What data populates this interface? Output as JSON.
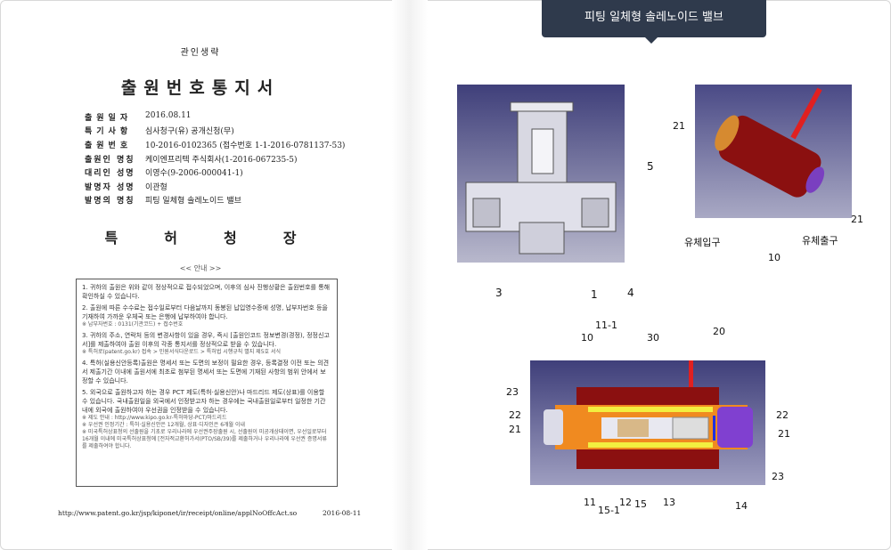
{
  "tooltip": "피팅 일체형 솔레노이드 밸브",
  "document": {
    "subtitle": "관인생략",
    "title": "출원번호통지서",
    "fields": [
      {
        "label": "출원일자",
        "value": "2016.08.11"
      },
      {
        "label": "특기사항",
        "value": "심사청구(유) 공개신청(무)"
      },
      {
        "label": "출원번호",
        "value": "10-2016-0102365 (접수번호 1-1-2016-0781137-53)"
      },
      {
        "label": "출원인 명칭",
        "value": "케이엔프리텍 주식회사(1-2016-067235-5)"
      },
      {
        "label": "대리인 성명",
        "value": "이영수(9-2006-000041-1)"
      },
      {
        "label": "발명자 성명",
        "value": "이관형"
      },
      {
        "label": "발명의 명칭",
        "value": "피팅 일체형 솔레노이드 밸브"
      }
    ],
    "heading": "특허청장",
    "guide": "<< 안내 >>",
    "notices": [
      "1. 귀하의 출원은 위와 같이 정상적으로 접수되었으며, 이후의 심사 진행상황은 출원번호를 통해 확인하실 수 있습니다.",
      "2. 출원에 따른 수수료는 접수일로부터 다음날까지 동봉된 납입영수증에 성명, 납부자번호 등을 기재하여 가까운 우체국 또는 은행에 납부하여야 합니다.",
      "※ 납부자번호 : 0131(기관코드) + 접수번호",
      "3. 귀하의 주소, 연락처 등의 변경사항이 있을 경우, 즉시 [출원인코드 정보변경(경정), 정정신고서]를 제출하여야 출원 이후의 각종 통지서를 정상적으로 받을 수 있습니다.",
      "※ 특허로(patent.go.kr) 접속 > 민원서식다운로드 > 특허법 시행규칙 별지 제5호 서식",
      "4. 특허(실용신안등록)출원은 명세서 또는 도면의 보정이 필요한 경우, 등록결정 이전 또는 의견서 제출기간 이내에 출원서에 최초로 첨부된 명세서 또는 도면에 기재된 사항의 범위 안에서 보정할 수 있습니다.",
      "5. 외국으로 출원하고자 하는 경우 PCT 제도(특허·실용신안)나 마드리드 제도(상표)를 이용할 수 있습니다. 국내출원일을 외국에서 인정받고자 하는 경우에는 국내출원일로부터 일정한 기간 내에 외국에 출원하여야 우선권을 인정받을 수 있습니다.",
      "※ 제도 안내 : http://www.kipo.go.kr-특허마당-PCT/마드리드",
      "※ 우선권 인정기간 : 특허·실용신안은 12개월, 상표·디자인은 6개월 이내",
      "※ 미국특허상표청의 선출원을 기초로 우리나라에 우선권주장출원 시, 선출원이 미공개상태이면, 우선일로부터 16개월 이내에 미국특허상표청에 [전자적교환허가서(PTO/SB/39)를 제출하거나 우리나라에 우선권 증명서류를 제출하여야 합니다."
    ],
    "footer_url": "http://www.patent.go.kr/jsp/kiponet/ir/receipt/online/applNoOffcAct.so",
    "footer_date": "2016-08-11"
  },
  "figures": {
    "top_left": [
      "5",
      "3",
      "1",
      "4"
    ],
    "top_right": [
      "21",
      "21",
      "유체입구",
      "10",
      "유체출구"
    ],
    "bottom": [
      "10",
      "11-1",
      "30",
      "20",
      "23",
      "22",
      "21",
      "22",
      "21",
      "23",
      "11",
      "15-1",
      "12",
      "15",
      "13",
      "14"
    ]
  }
}
